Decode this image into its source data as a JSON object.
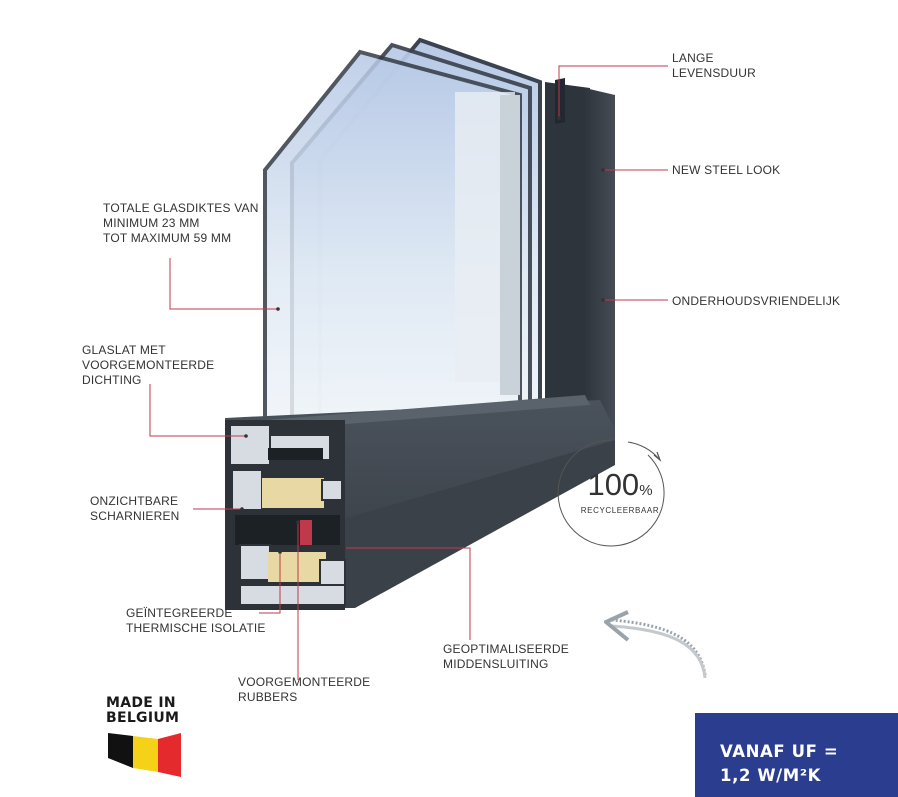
{
  "callouts": {
    "lange_levensduur": [
      "LANGE",
      "LEVENSDUUR"
    ],
    "new_steel_look": [
      "NEW STEEL LOOK"
    ],
    "glasdiktes": [
      "TOTALE GLASDIKTES VAN",
      "MINIMUM 23 MM",
      "TOT MAXIMUM 59 MM"
    ],
    "onderhoudsvriendelijk": [
      "ONDERHOUDSVRIENDELIJK"
    ],
    "glaslat": [
      "GLASLAT MET",
      "VOORGEMONTEERDE",
      "DICHTING"
    ],
    "scharnieren": [
      "ONZICHTBARE",
      "SCHARNIEREN"
    ],
    "isolatie": [
      "GEÏNTEGREERDE",
      "THERMISCHE ISOLATIE"
    ],
    "rubbers": [
      "VOORGEMONTEERDE",
      "RUBBERS"
    ],
    "middensluiting": [
      "GEOPTIMALISEERDE",
      "MIDDENSLUITING"
    ]
  },
  "recycle_badge": {
    "number": "100",
    "percent": "%",
    "text": "RECYCLEERBAAR"
  },
  "made_in": [
    "MADE IN",
    "BELGIUM"
  ],
  "flag_colors": [
    "#111111",
    "#f5d217",
    "#e52a2e"
  ],
  "uf_box": {
    "line1": "VANAF UF =",
    "line2": "1,2 W/M²K"
  },
  "colors": {
    "leader_line": "#c0394a",
    "frame_anthracite": "#3a4149",
    "uf_box_background": "#2b3d8f"
  }
}
